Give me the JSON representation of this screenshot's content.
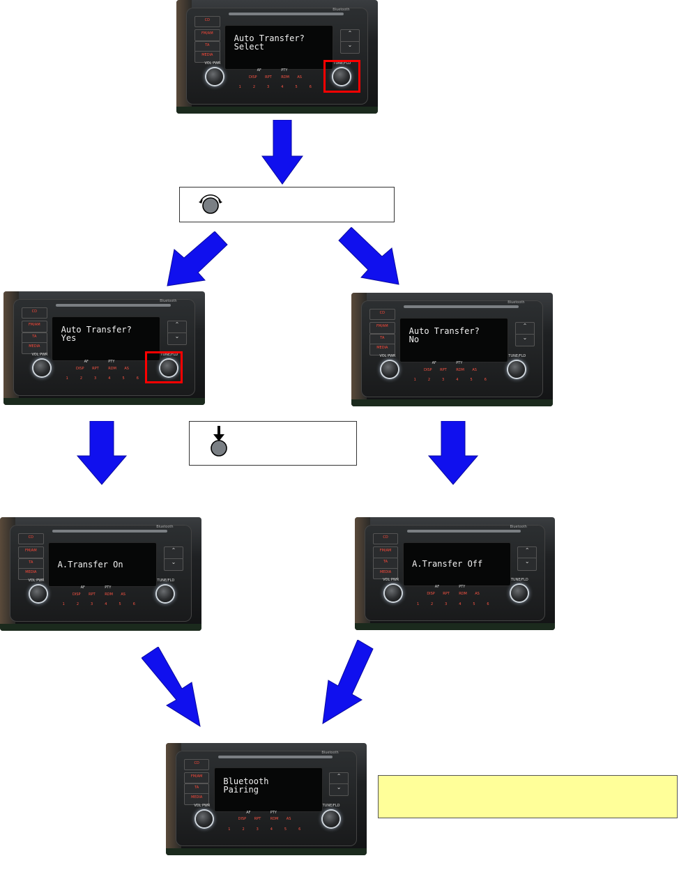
{
  "radio_labels": {
    "cd": "CD",
    "fmam": "FM/AM",
    "ta": "TA",
    "media": "MEDIA",
    "vol": "VOL PWR",
    "tune": "TUNE/FLD",
    "bluetooth": "Bluetooth",
    "af": "AF",
    "pty": "PTY",
    "disp": "DISP",
    "rpt": "RPT",
    "rdm": "RDM",
    "as": "AS",
    "presets": [
      "1",
      "2",
      "3",
      "4",
      "5",
      "6"
    ]
  },
  "screens": {
    "top": "Auto Transfer?\nSelect",
    "yes": "Auto Transfer?\nYes",
    "no": "Auto Transfer?\nNo",
    "on": "A.Transfer On",
    "off": "A.Transfer Off",
    "pairing": "Bluetooth\nPairing"
  },
  "colors": {
    "arrow": "#1010ee",
    "highlight": "#ff0000",
    "note": "#ffff99"
  },
  "icons": {
    "rotate": "knob-rotate-icon",
    "press": "knob-press-icon"
  }
}
